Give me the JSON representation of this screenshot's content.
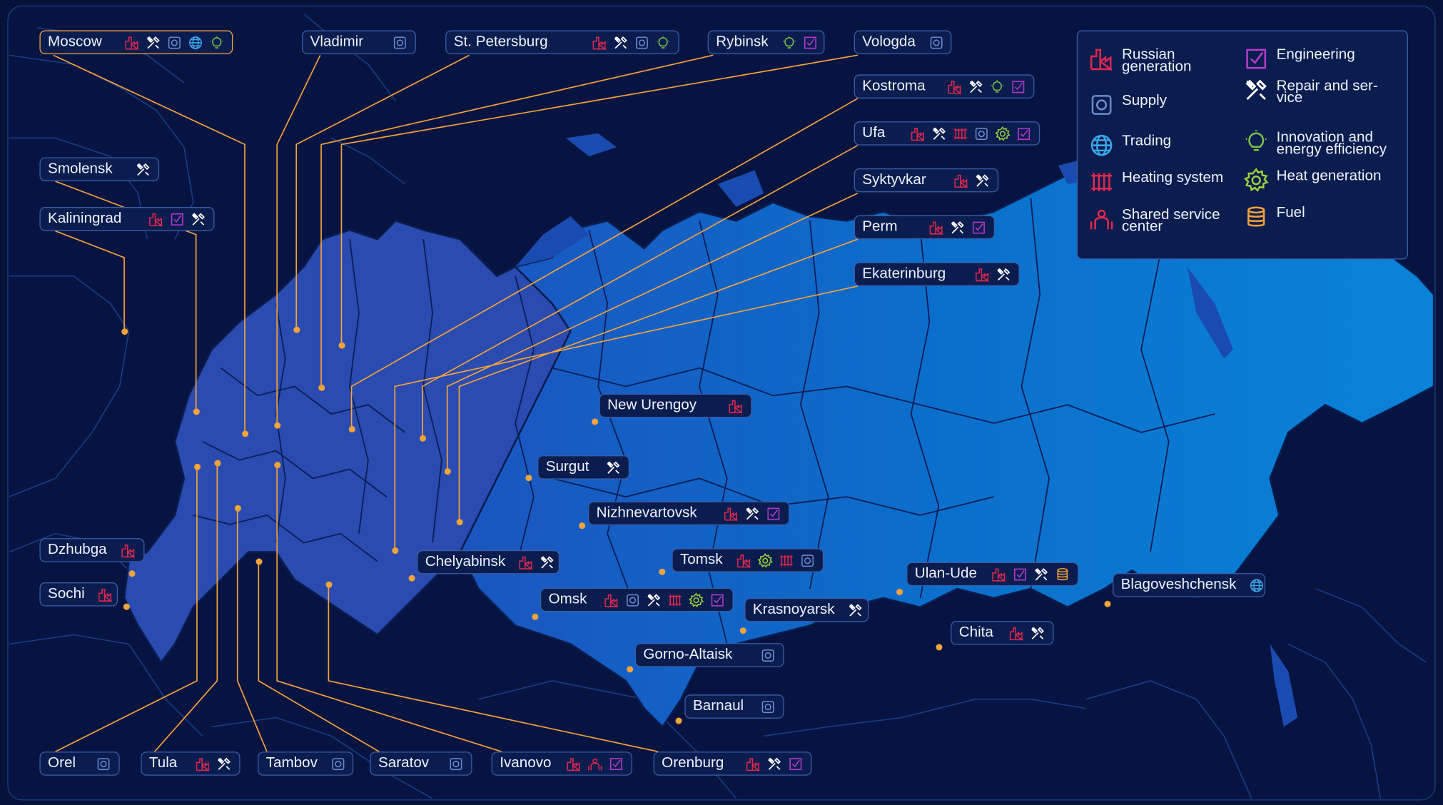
{
  "colors": {
    "background": "#06123a",
    "west_region": "#2a4db0",
    "east_region": "#0c78c9",
    "borders": "#0a1a4a",
    "leader": "#f5a33a",
    "label_border": "#3a5ea6",
    "active_border": "#f5a33a"
  },
  "legend": [
    {
      "key": "generation",
      "label": "Russian generation",
      "icon": "factory-icon",
      "color": "#e2284e"
    },
    {
      "key": "engineering",
      "label": "Engineering",
      "icon": "engineering-icon",
      "color": "#b63bd0"
    },
    {
      "key": "supply",
      "label": "Supply",
      "icon": "supply-icon",
      "color": "#4a6fb3"
    },
    {
      "key": "repair",
      "label": "Repair and ser-vice",
      "icon": "wrench-icon",
      "color": "#ffffff"
    },
    {
      "key": "trading",
      "label": "Trading",
      "icon": "globe-icon",
      "color": "#3aa6e8"
    },
    {
      "key": "innovation",
      "label": "Innovation and energy efficiency",
      "icon": "bulb-icon",
      "color": "#7ac24a"
    },
    {
      "key": "heating",
      "label": "Heating system",
      "icon": "heating-icon",
      "color": "#e2284e"
    },
    {
      "key": "heatgen",
      "label": "Heat generation",
      "icon": "gear-icon",
      "color": "#9ad23a"
    },
    {
      "key": "shared",
      "label": "Shared service center",
      "icon": "shared-service-icon",
      "color": "#e2284e"
    },
    {
      "key": "fuel",
      "label": "Fuel",
      "icon": "fuel-icon",
      "color": "#f5a33a"
    }
  ],
  "cities": [
    {
      "name": "Moscow",
      "icons": [
        "generation",
        "repair",
        "supply",
        "trading",
        "innovation"
      ],
      "active": true
    },
    {
      "name": "Vladimir",
      "icons": [
        "supply"
      ]
    },
    {
      "name": "St. Petersburg",
      "icons": [
        "generation",
        "repair",
        "supply",
        "innovation"
      ]
    },
    {
      "name": "Rybinsk",
      "icons": [
        "innovation",
        "engineering"
      ]
    },
    {
      "name": "Vologda",
      "icons": [
        "supply"
      ]
    },
    {
      "name": "Kostroma",
      "icons": [
        "generation",
        "repair",
        "innovation",
        "engineering"
      ]
    },
    {
      "name": "Ufa",
      "icons": [
        "generation",
        "repair",
        "heating",
        "supply",
        "heatgen",
        "engineering"
      ]
    },
    {
      "name": "Syktyvkar",
      "icons": [
        "generation",
        "repair"
      ]
    },
    {
      "name": "Perm",
      "icons": [
        "generation",
        "repair",
        "engineering"
      ]
    },
    {
      "name": "Ekaterinburg",
      "icons": [
        "generation",
        "repair"
      ]
    },
    {
      "name": "Smolensk",
      "icons": [
        "repair"
      ]
    },
    {
      "name": "Kaliningrad",
      "icons": [
        "generation",
        "engineering",
        "repair"
      ]
    },
    {
      "name": "New Urengoy",
      "icons": [
        "generation"
      ]
    },
    {
      "name": "Surgut",
      "icons": [
        "repair"
      ]
    },
    {
      "name": "Nizhnevartovsk",
      "icons": [
        "generation",
        "repair",
        "engineering"
      ]
    },
    {
      "name": "Tomsk",
      "icons": [
        "generation",
        "heatgen",
        "heating",
        "supply"
      ]
    },
    {
      "name": "Chelyabinsk",
      "icons": [
        "generation",
        "repair"
      ]
    },
    {
      "name": "Omsk",
      "icons": [
        "generation",
        "supply",
        "repair",
        "heating",
        "heatgen",
        "engineering"
      ]
    },
    {
      "name": "Krasnoyarsk",
      "icons": [
        "repair"
      ]
    },
    {
      "name": "Gorno-Altaisk",
      "icons": [
        "supply"
      ]
    },
    {
      "name": "Barnaul",
      "icons": [
        "supply"
      ]
    },
    {
      "name": "Ulan-Ude",
      "icons": [
        "generation",
        "engineering",
        "repair",
        "fuel"
      ]
    },
    {
      "name": "Chita",
      "icons": [
        "generation",
        "repair"
      ]
    },
    {
      "name": "Blagoveshchensk",
      "icons": [
        "trading"
      ]
    },
    {
      "name": "Dzhubga",
      "icons": [
        "generation"
      ]
    },
    {
      "name": "Sochi",
      "icons": [
        "generation"
      ]
    },
    {
      "name": "Orel",
      "icons": [
        "supply"
      ]
    },
    {
      "name": "Tula",
      "icons": [
        "generation",
        "repair"
      ]
    },
    {
      "name": "Tambov",
      "icons": [
        "supply"
      ]
    },
    {
      "name": "Saratov",
      "icons": [
        "supply"
      ]
    },
    {
      "name": "Ivanovo",
      "icons": [
        "generation",
        "shared",
        "engineering"
      ]
    },
    {
      "name": "Orenburg",
      "icons": [
        "generation",
        "repair",
        "engineering"
      ]
    }
  ]
}
